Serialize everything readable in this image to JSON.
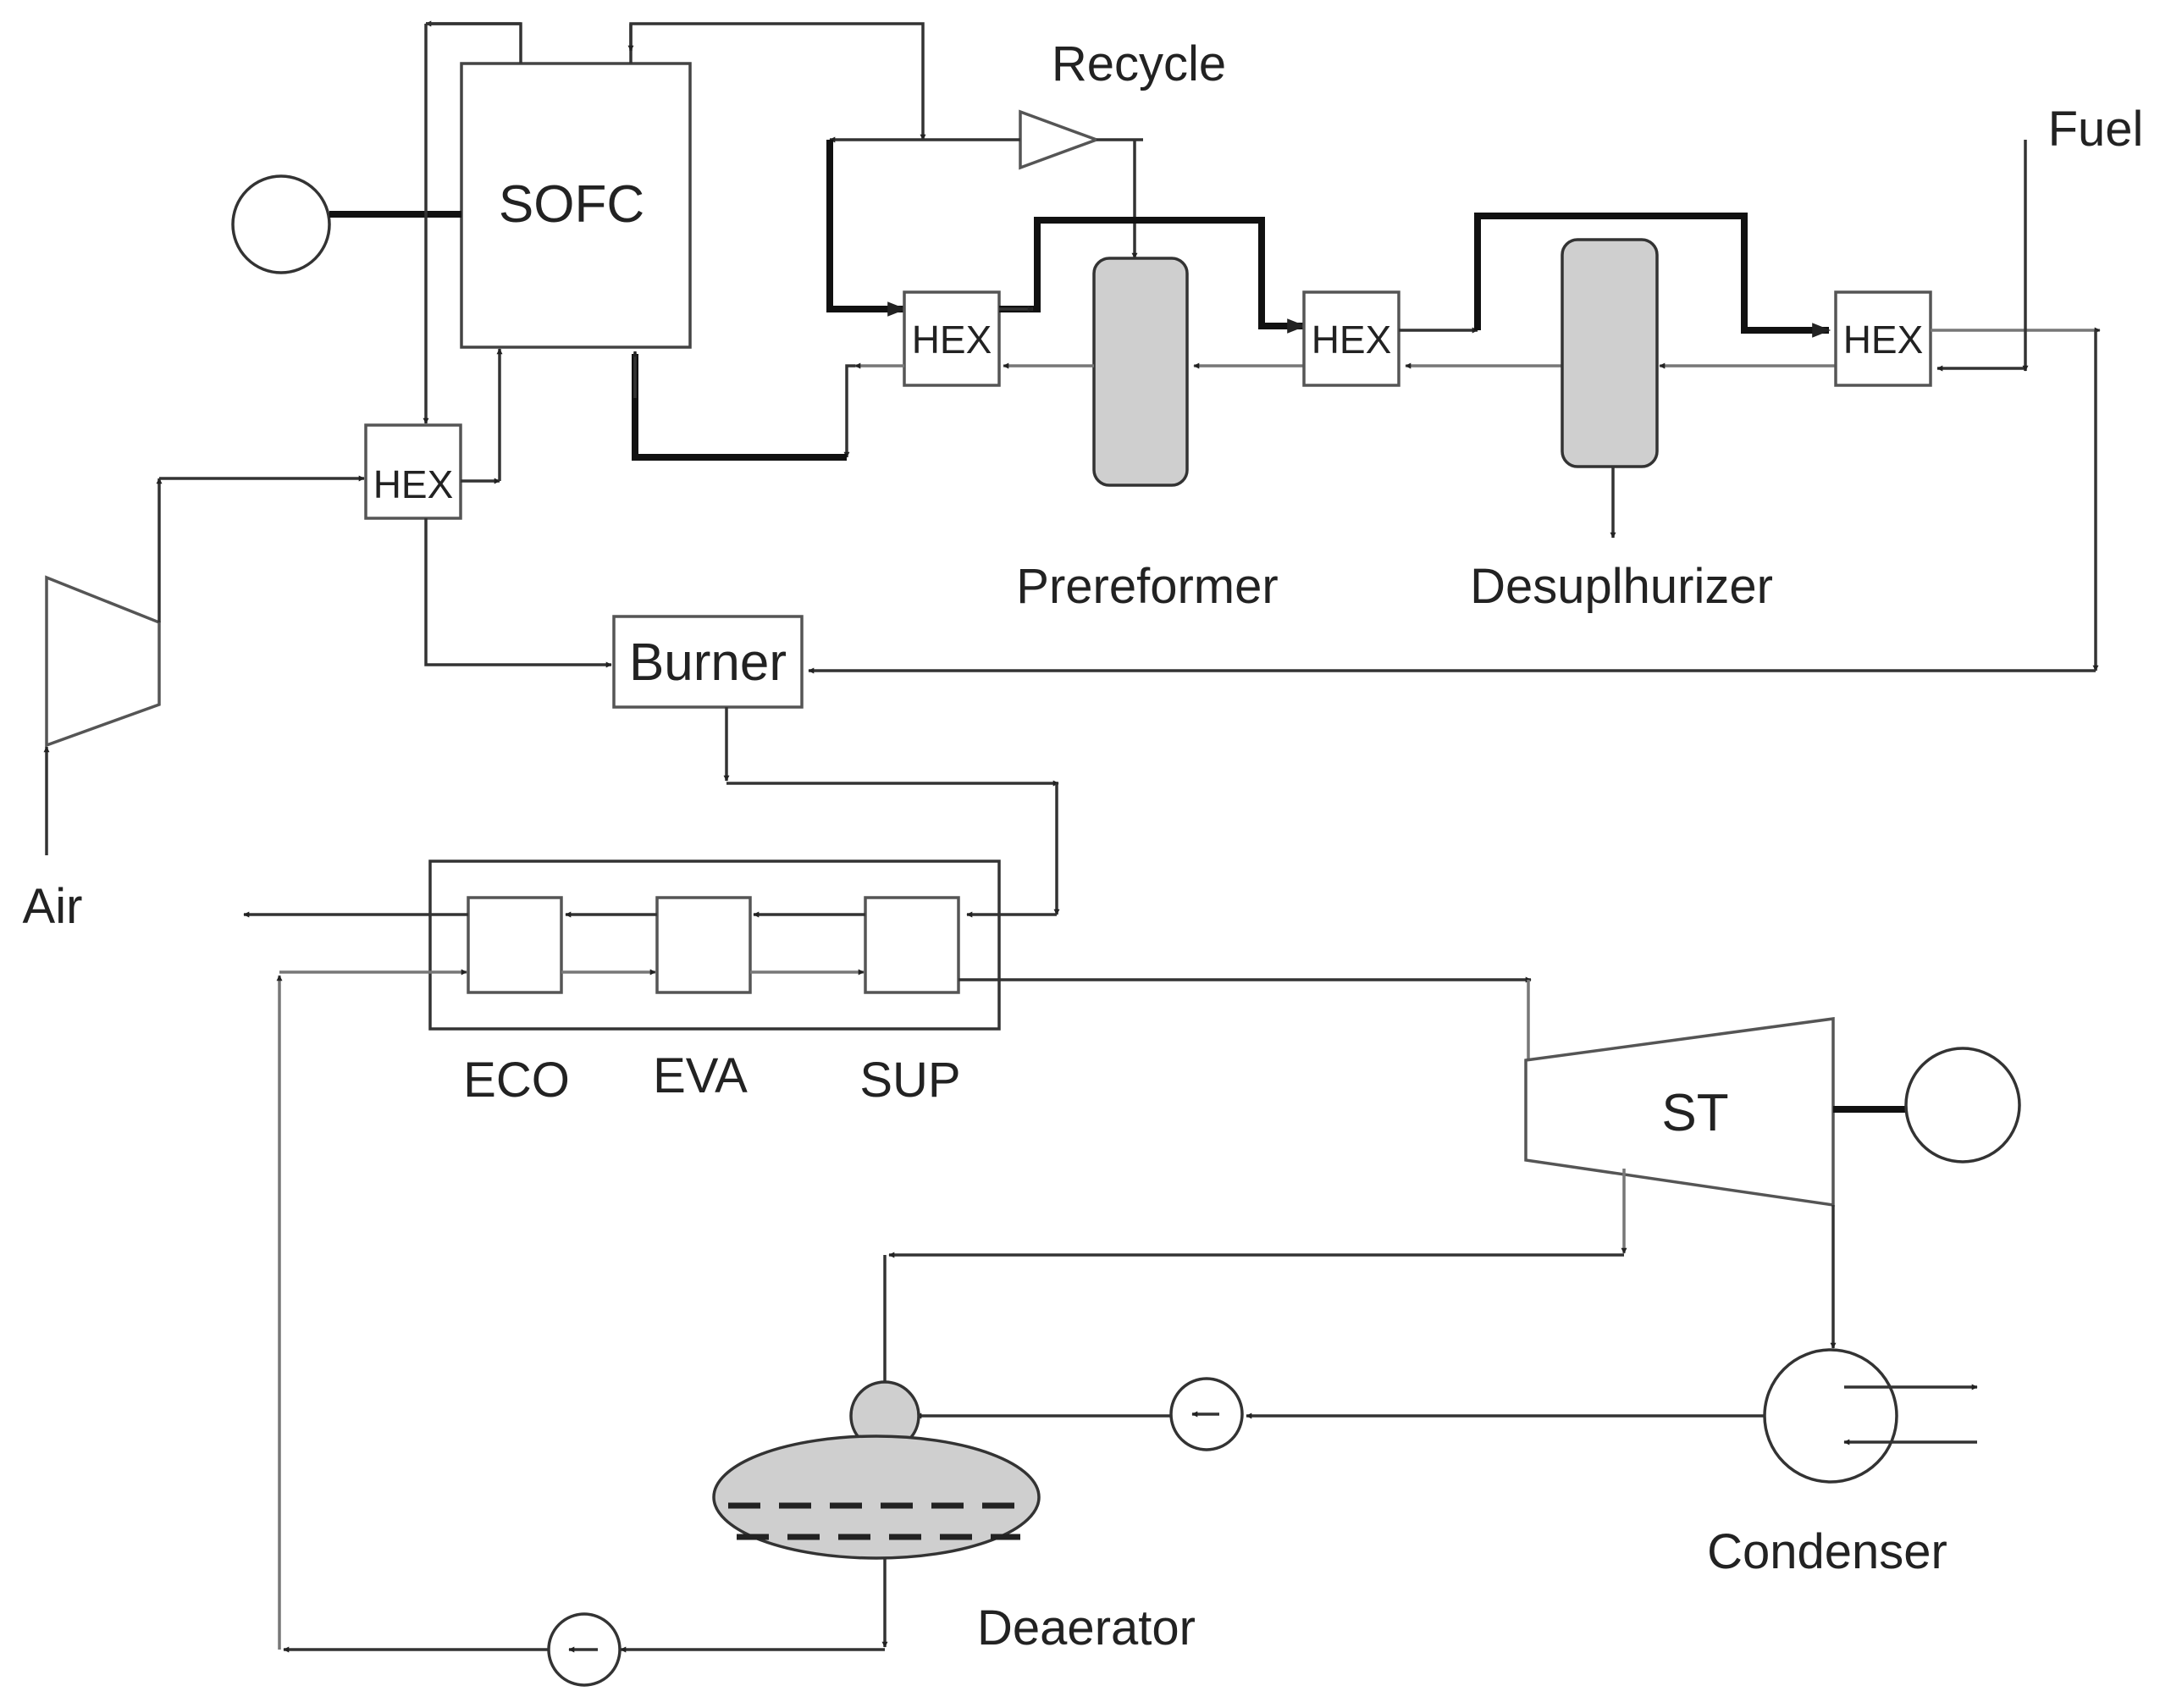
{
  "labels": {
    "sofc": "SOFC",
    "recycle": "Recycle",
    "fuel": "Fuel",
    "hex_1": "HEX",
    "hex_2": "HEX",
    "hex_3": "HEX",
    "hex_4": "HEX",
    "prereformer": "Prereformer",
    "desulphurizer": "Desuplhurizer",
    "burner": "Burner",
    "air": "Air",
    "eco": "ECO",
    "eva": "EVA",
    "sup": "SUP",
    "st": "ST",
    "condenser": "Condenser",
    "deaerator": "Deaerator"
  },
  "colors": {
    "line": "#333333",
    "vessel_fill": "#cfcfcf",
    "background": "#ffffff"
  }
}
